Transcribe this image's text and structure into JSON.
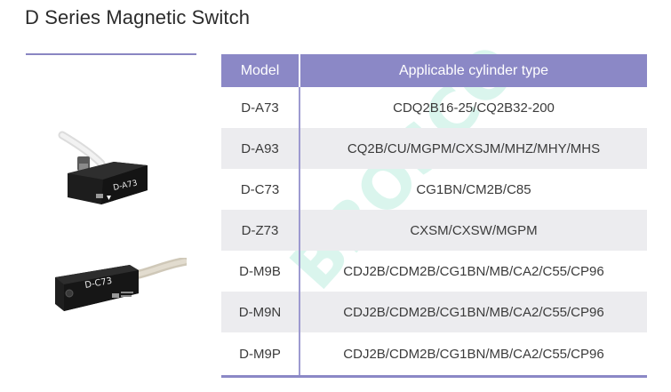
{
  "title": "D Series Magnetic Switch",
  "table": {
    "headers": [
      "Model",
      "Applicable cylinder type"
    ],
    "rows": [
      {
        "model": "D-A73",
        "cylinder": "CDQ2B16-25/CQ2B32-200"
      },
      {
        "model": "D-A93",
        "cylinder": "CQ2B/CU/MGPM/CXSJM/MHZ/MHY/MHS"
      },
      {
        "model": "D-C73",
        "cylinder": "CG1BN/CM2B/C85"
      },
      {
        "model": "D-Z73",
        "cylinder": "CXSM/CXSW/MGPM"
      },
      {
        "model": "D-M9B",
        "cylinder": "CDJ2B/CDM2B/CG1BN/MB/CA2/C55/CP96"
      },
      {
        "model": "D-M9N",
        "cylinder": "CDJ2B/CDM2B/CG1BN/MB/CA2/C55/CP96"
      },
      {
        "model": "D-M9P",
        "cylinder": "CDJ2B/CDM2B/CG1BN/MB/CA2/C55/CP96"
      }
    ]
  },
  "products": [
    {
      "label": "D-A73"
    },
    {
      "label": "D-C73"
    }
  ],
  "watermark": "BROSCO",
  "colors": {
    "header": "#8b88c6",
    "alt_row": "#ececef",
    "watermark": "#bdeee0"
  }
}
